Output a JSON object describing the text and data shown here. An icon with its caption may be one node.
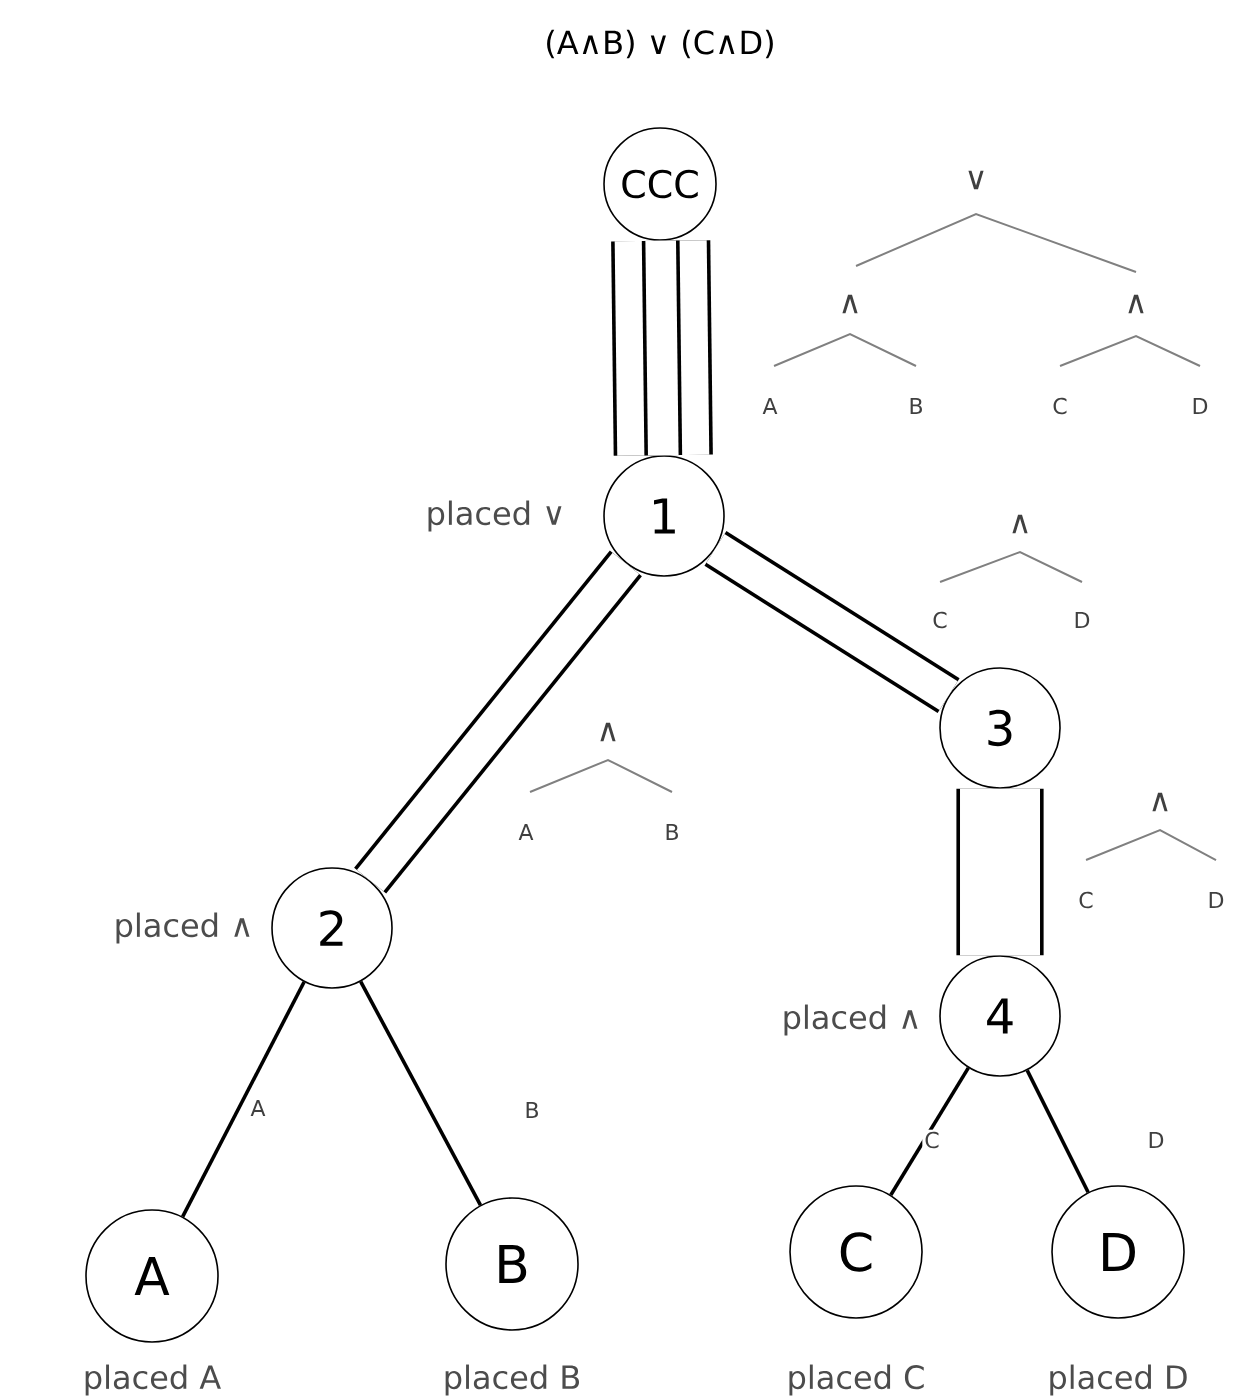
{
  "diagram": {
    "title": "(A∧B) ∨ (C∧D)",
    "nodes": [
      {
        "text": [
          "CCC"
        ]
      },
      {
        "text": [
          "1"
        ],
        "beside": [
          "placed ∨"
        ]
      },
      {
        "text": [
          "2"
        ],
        "beside": [
          "placed ∧"
        ]
      },
      {
        "text": [
          "3"
        ]
      },
      {
        "text": [
          "4"
        ],
        "beside": [
          "placed ∧"
        ]
      },
      {
        "text": [
          "A"
        ],
        "beside": [
          "placed A"
        ]
      },
      {
        "text": [
          "B"
        ],
        "beside": [
          "placed B"
        ]
      },
      {
        "text": [
          "C"
        ],
        "beside": [
          "placed C"
        ]
      },
      {
        "text": [
          "D"
        ],
        "beside": [
          "placed D"
        ]
      }
    ],
    "edges": [
      {
        "from": 0,
        "to": 1,
        "arrow": "none",
        "style": "thick"
      },
      {
        "from": 1,
        "to": 2,
        "arrow": "none",
        "style": "thick"
      },
      {
        "from": 1,
        "to": 3,
        "arrow": "none",
        "style": "thick"
      },
      {
        "from": 3,
        "to": 4,
        "arrow": "none",
        "style": "thick"
      },
      {
        "from": 2,
        "to": 5,
        "arrow": "none",
        "label": "A"
      },
      {
        "from": 2,
        "to": 6,
        "arrow": "none",
        "label": "B"
      },
      {
        "from": 4,
        "to": 7,
        "arrow": "none",
        "label": "C"
      },
      {
        "from": 4,
        "to": 8,
        "arrow": "none",
        "label": "D"
      }
    ],
    "labels": [
      "∨",
      "∧",
      "∧",
      "A",
      "B",
      "C",
      "D",
      "∧",
      "C",
      "D",
      "∧",
      "A",
      "B",
      "∧",
      "C",
      "D"
    ]
  }
}
